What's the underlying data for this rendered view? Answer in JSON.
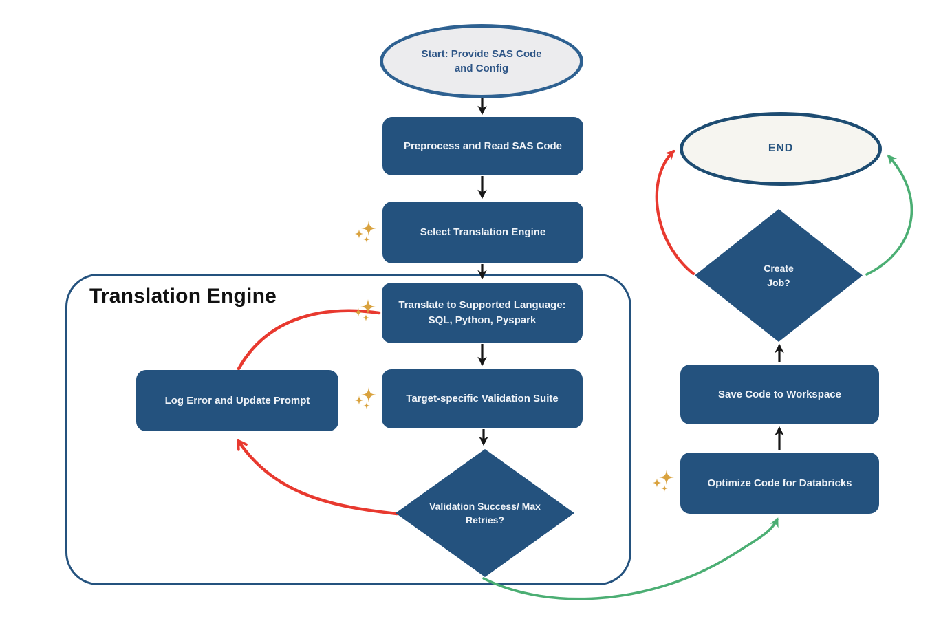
{
  "diagram": {
    "container_label": "Translation Engine",
    "nodes": {
      "start": {
        "line1": "Start: Provide SAS Code",
        "line2": "and Config"
      },
      "preprocess": {
        "label": "Preprocess and Read SAS Code"
      },
      "select_engine": {
        "label": "Select Translation Engine"
      },
      "translate": {
        "line1": "Translate to Supported Language:",
        "line2": "SQL, Python, Pyspark"
      },
      "validation_suite": {
        "label": "Target-specific Validation Suite"
      },
      "log_error": {
        "label": "Log Error and Update Prompt"
      },
      "validation_decision": {
        "line1": "Validation Success/ Max",
        "line2": "Retries?"
      },
      "optimize": {
        "label": "Optimize Code for Databricks"
      },
      "save": {
        "label": "Save Code to Workspace"
      },
      "create_job": {
        "line1": "Create",
        "line2": "Job?"
      },
      "end": {
        "label": "END"
      }
    },
    "edges": [
      {
        "from": "start",
        "to": "preprocess",
        "color": "black"
      },
      {
        "from": "preprocess",
        "to": "select_engine",
        "color": "black"
      },
      {
        "from": "select_engine",
        "to": "translate",
        "color": "black"
      },
      {
        "from": "translate",
        "to": "validation_suite",
        "color": "black"
      },
      {
        "from": "validation_suite",
        "to": "validation_decision",
        "color": "black"
      },
      {
        "from": "validation_decision",
        "to": "log_error",
        "color": "red"
      },
      {
        "from": "log_error",
        "to": "translate",
        "color": "red"
      },
      {
        "from": "validation_decision",
        "to": "optimize",
        "color": "green"
      },
      {
        "from": "optimize",
        "to": "save",
        "color": "black"
      },
      {
        "from": "save",
        "to": "create_job",
        "color": "black"
      },
      {
        "from": "create_job",
        "to": "end",
        "color": "red"
      },
      {
        "from": "create_job",
        "to": "end",
        "color": "green"
      }
    ],
    "colors": {
      "node_fill": "#24527E",
      "node_text": "#EFF3F8",
      "start_fill": "#ECECEE",
      "start_border": "#2E6191",
      "start_text": "#2D5586",
      "end_fill": "#F6F5F0",
      "end_border": "#1D4C72",
      "end_text": "#24527E",
      "container_border": "#24527E",
      "container_label_text": "#111111",
      "arrow_black": "#161616",
      "arrow_red": "#E8392F",
      "arrow_green": "#4BAE73",
      "sparkle": "#D9A23E"
    }
  }
}
